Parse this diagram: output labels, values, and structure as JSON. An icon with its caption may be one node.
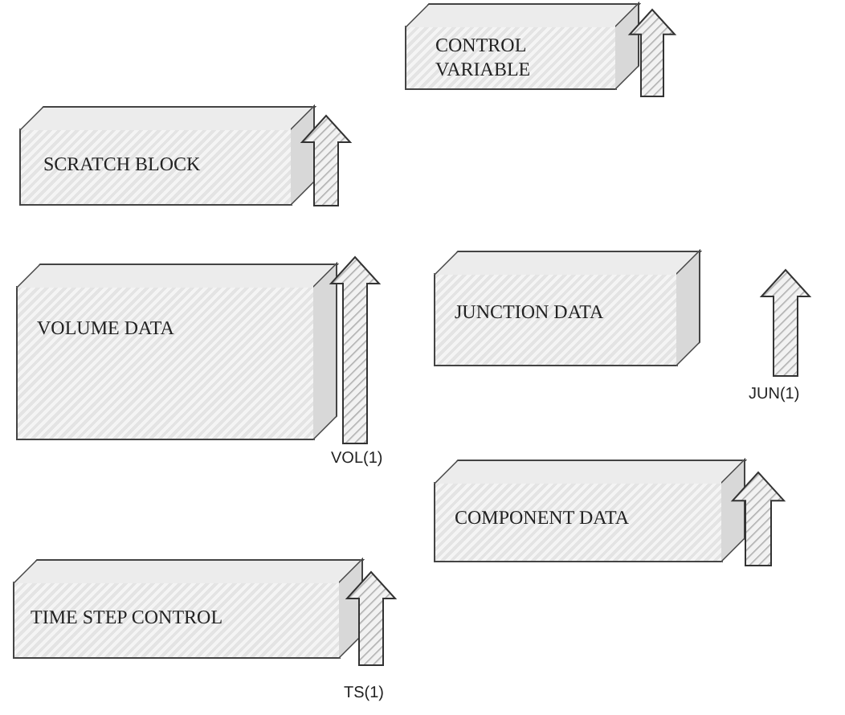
{
  "diagram": {
    "nodes": [
      {
        "text": [
          "CONTROL VARIABLE"
        ]
      },
      {
        "text": [
          "SCRATCH BLOCK"
        ]
      },
      {
        "text": [
          "VOLUME DATA"
        ]
      },
      {
        "text": [
          "JUNCTION DATA"
        ]
      },
      {
        "text": [
          "COMPONENT DATA"
        ]
      },
      {
        "text": [
          "TIME STEP CONTROL"
        ]
      }
    ],
    "labels": [
      "VOL(1)",
      "JUN(1)",
      "TS(1)"
    ]
  }
}
